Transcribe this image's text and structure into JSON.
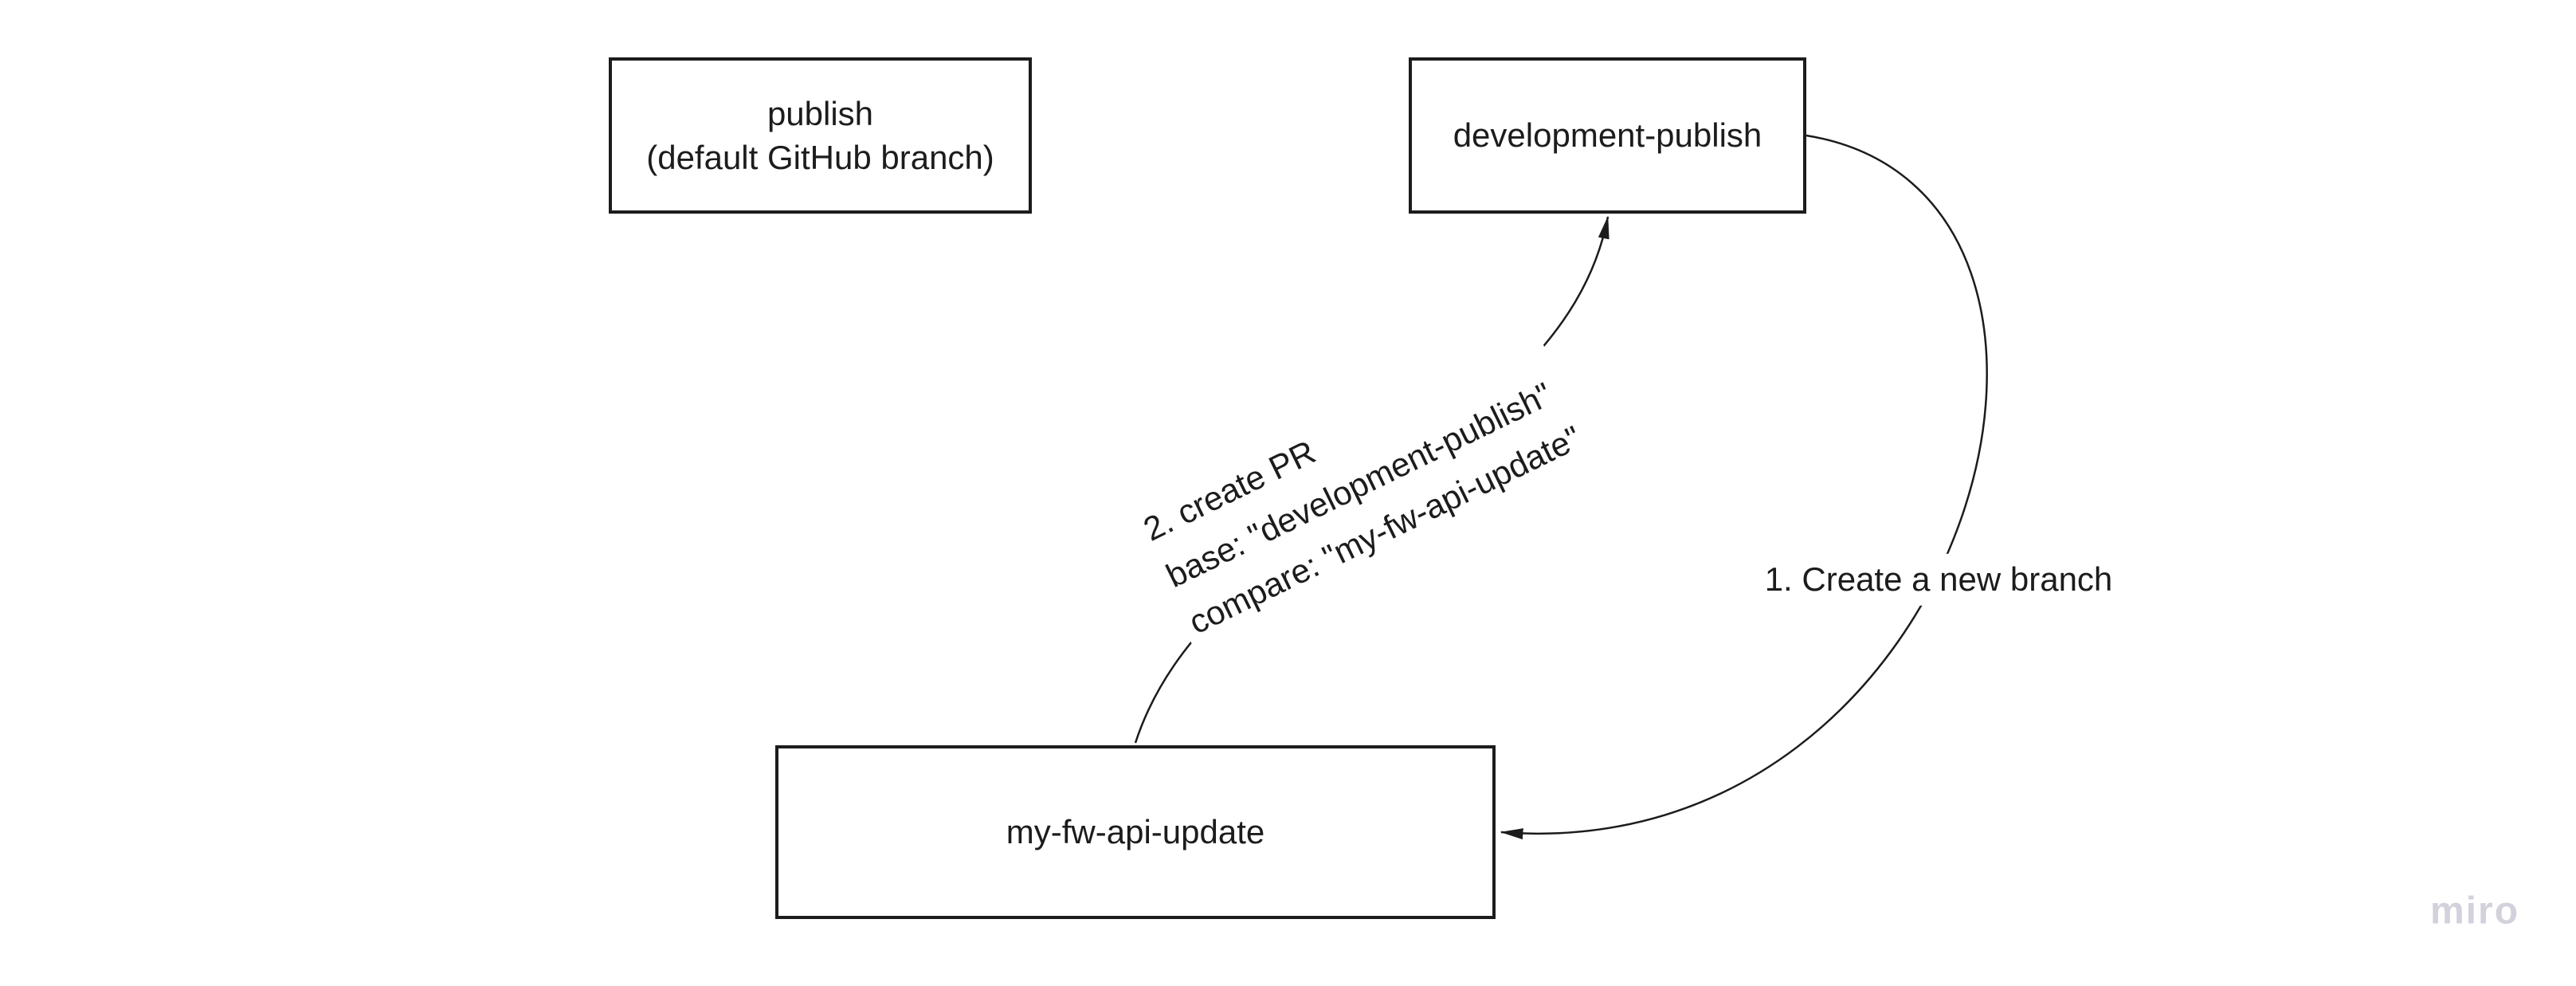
{
  "board": {
    "background": "#ffffff",
    "colors": {
      "stroke": "#1c1c1c",
      "text": "#1c1c1c",
      "node_fill": "#ffffff",
      "watermark": "#d2d1dc"
    },
    "nodes": [
      {
        "id": "publish",
        "lines": [
          "publish",
          "(default GitHub branch)"
        ]
      },
      {
        "id": "development-publish",
        "lines": [
          "development-publish"
        ]
      },
      {
        "id": "my-fw-api-update",
        "lines": [
          "my-fw-api-update"
        ]
      }
    ],
    "connectors": [
      {
        "id": "create-branch",
        "from": "development-publish",
        "to": "my-fw-api-update",
        "label": "1. Create a new branch"
      },
      {
        "id": "create-pr",
        "from": "my-fw-api-update",
        "to": "development-publish",
        "label_lines": [
          "2. create PR",
          "base: \"development-publish\"",
          "compare: \"my-fw-api-update\""
        ]
      }
    ],
    "watermark": "miro"
  }
}
